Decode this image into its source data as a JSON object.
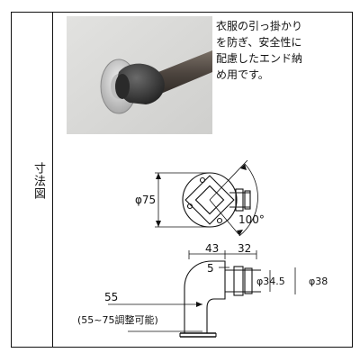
{
  "side_label": "寸法図",
  "note_lines": [
    "衣服の引っ掛かり",
    "を防ぎ、安全性に",
    "配慮したエンド納",
    "め用です。"
  ],
  "dims": {
    "phi75": "φ75",
    "angle100": "100°",
    "d43": "43",
    "d32": "32",
    "d5": "5",
    "d55": "55",
    "range": "(55~75調整可能)",
    "phi345": "φ34.5",
    "phi38": "φ38"
  },
  "colors": {
    "wall": "#d9d9d7",
    "rail": "#5b524b",
    "end_cap": "#3b3b3b",
    "flange": "#c9c9c9"
  }
}
